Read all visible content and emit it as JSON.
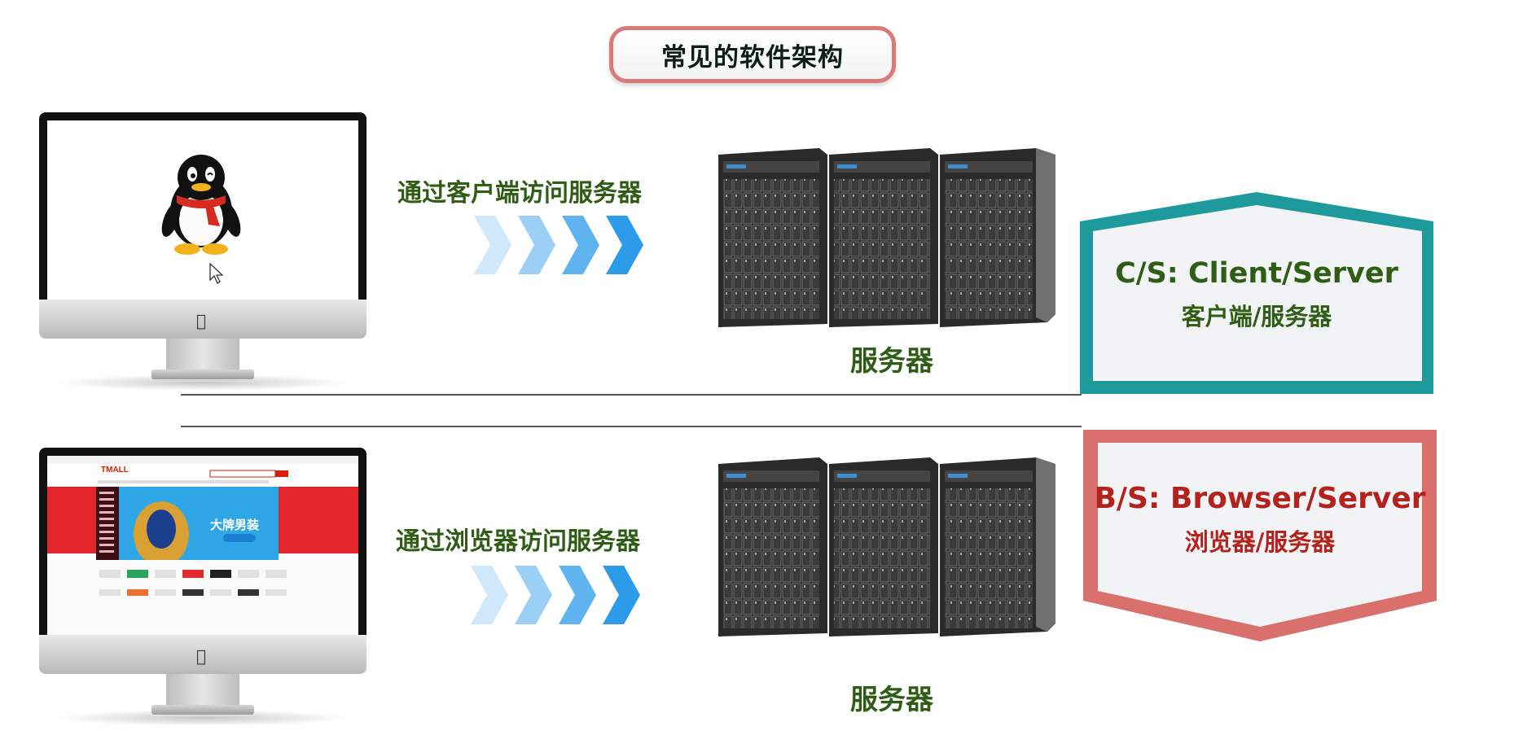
{
  "title": "常见的软件架构",
  "cs_row": {
    "arrow_label": "通过客户端访问服务器",
    "server_label": "服务器",
    "shield_title": "C/S: Client/Server",
    "shield_subtitle": "客户端/服务器",
    "shield_color": "#1e9a9c",
    "client_icon": "penguin-icon"
  },
  "bs_row": {
    "arrow_label": "通过浏览器访问服务器",
    "server_label": "服务器",
    "shield_title": "B/S: Browser/Server",
    "shield_subtitle": "浏览器/服务器",
    "shield_color": "#d9706c",
    "browser_logo": "TMALL",
    "browser_banner": "大牌男装"
  },
  "colors": {
    "label_green": "#2f5d15",
    "label_red": "#b3221d",
    "arrow_blue": "#2b9bea",
    "title_border": "#d97a78"
  }
}
